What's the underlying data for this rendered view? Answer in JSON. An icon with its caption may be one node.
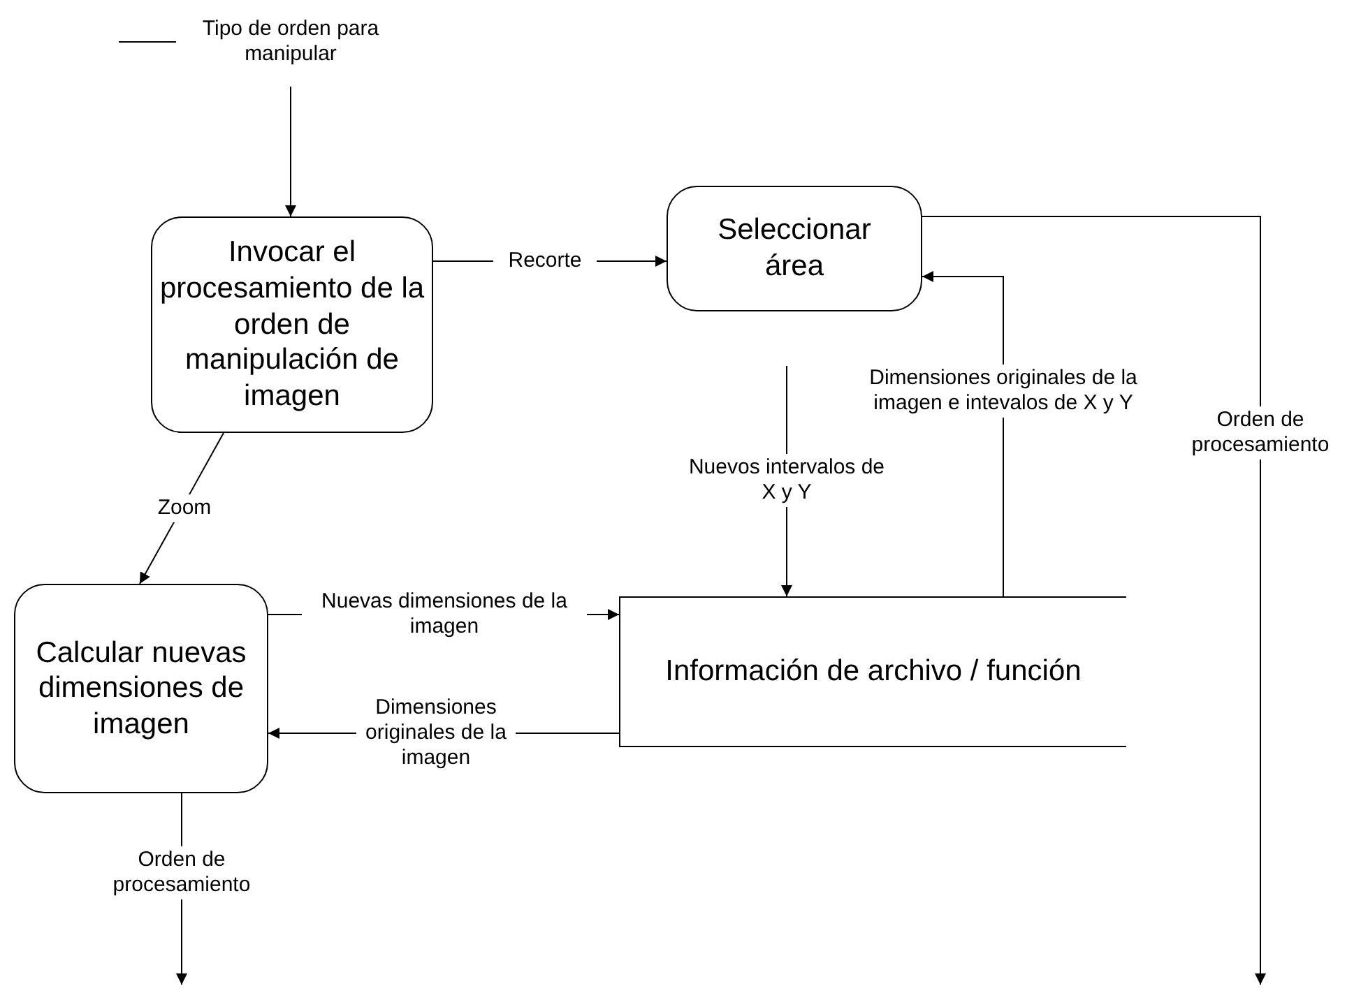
{
  "diagram": {
    "nodes": [
      {
        "text": [
          "Invocar el procesamiento de la orden de manipulación de imagen"
        ]
      },
      {
        "text": [
          "Seleccionar área"
        ]
      },
      {
        "text": [
          "Calcular nuevas dimensiones de imagen"
        ]
      },
      {
        "text": [
          "Información de archivo / función"
        ]
      }
    ],
    "edges": [
      {
        "from": null,
        "to": 0,
        "arrow": "to",
        "label": "Tipo de orden para manipular"
      },
      {
        "from": 0,
        "to": 1,
        "arrow": "to",
        "label": "Recorte"
      },
      {
        "from": 0,
        "to": 2,
        "arrow": "to",
        "label": "Zoom"
      },
      {
        "from": 2,
        "to": 3,
        "arrow": "to",
        "label": "Nuevas dimensiones de la imagen"
      },
      {
        "from": 3,
        "to": 2,
        "arrow": "to",
        "label": "Dimensiones originales de la imagen"
      },
      {
        "from": null,
        "to": 3,
        "arrow": "to",
        "label": "Nuevos intervalos de X y Y"
      },
      {
        "from": 3,
        "to": 1,
        "arrow": "to",
        "label": "Dimensiones originales de la imagen e intevalos de X y Y"
      },
      {
        "from": 1,
        "to": null,
        "arrow": "to",
        "label": "Orden de procesamiento"
      },
      {
        "from": 2,
        "to": null,
        "arrow": "to",
        "label": "Orden de procesamiento"
      }
    ]
  }
}
